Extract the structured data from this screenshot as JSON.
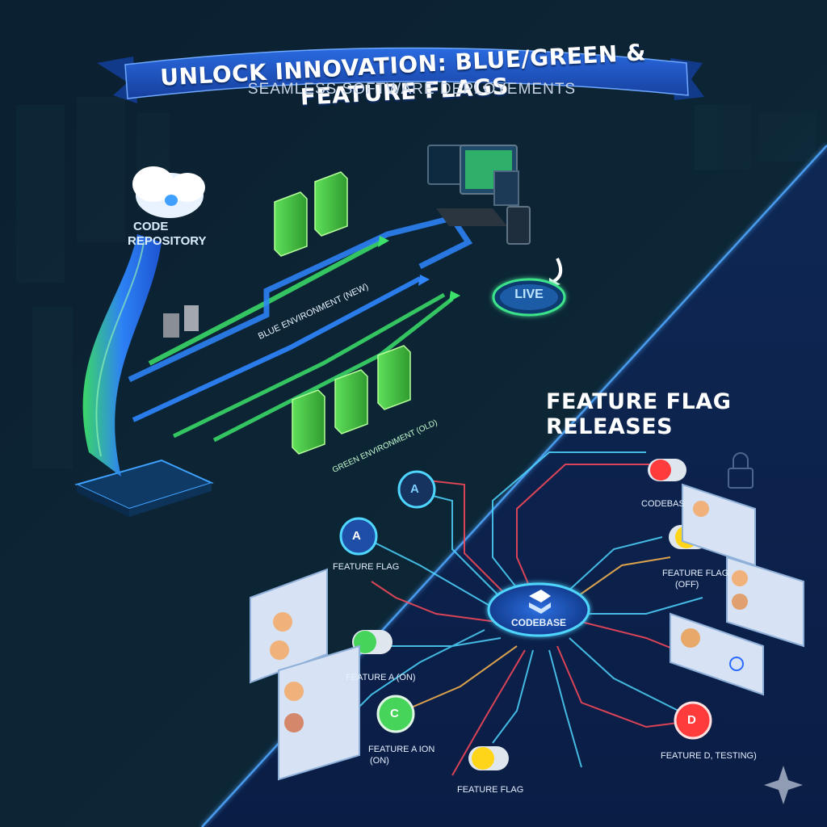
{
  "header": {
    "title": "UNLOCK INNOVATION: BLUE/GREEN & FEATURE FLAGS",
    "subtitle": "SEAMLESS SOFTWARE DEPLOYEMENTS"
  },
  "deployment": {
    "repo_label_1": "CODE",
    "repo_label_2": "REPOSITORY",
    "blue_env_label": "BLUE ENVIRONMENT (NEW)",
    "green_env_label": "GREEN ENVIRONMENT (OLD)",
    "live_label": "LIVE"
  },
  "feature_flags": {
    "section_title": "FEATURE FLAG RELEASES",
    "center_label": "CODEBASE",
    "labels": {
      "codebase_top": "CODEBAS",
      "flag_off": "FEATURE FLAG",
      "flag_off_2": "(OFF)",
      "feature_flag_left": "FEATURE FLAG",
      "feature_a_on": "FEATURE A (ON)",
      "feature_a_on2_1": "FEATURE A ION",
      "feature_a_on2_2": "(ON)",
      "feature_flag_bottom": "FEATURE FLAG",
      "feature_d": "FEATURE D, TESTING)"
    },
    "node_letters": {
      "a_top": "A",
      "a_left": "A",
      "c": "C",
      "d": "D"
    }
  },
  "colors": {
    "blue_env": "#2f86ff",
    "green_env": "#44e05a",
    "circuit_red": "#ff4a5a",
    "circuit_cyan": "#4fd6ff",
    "banner": "#1f56c9"
  }
}
